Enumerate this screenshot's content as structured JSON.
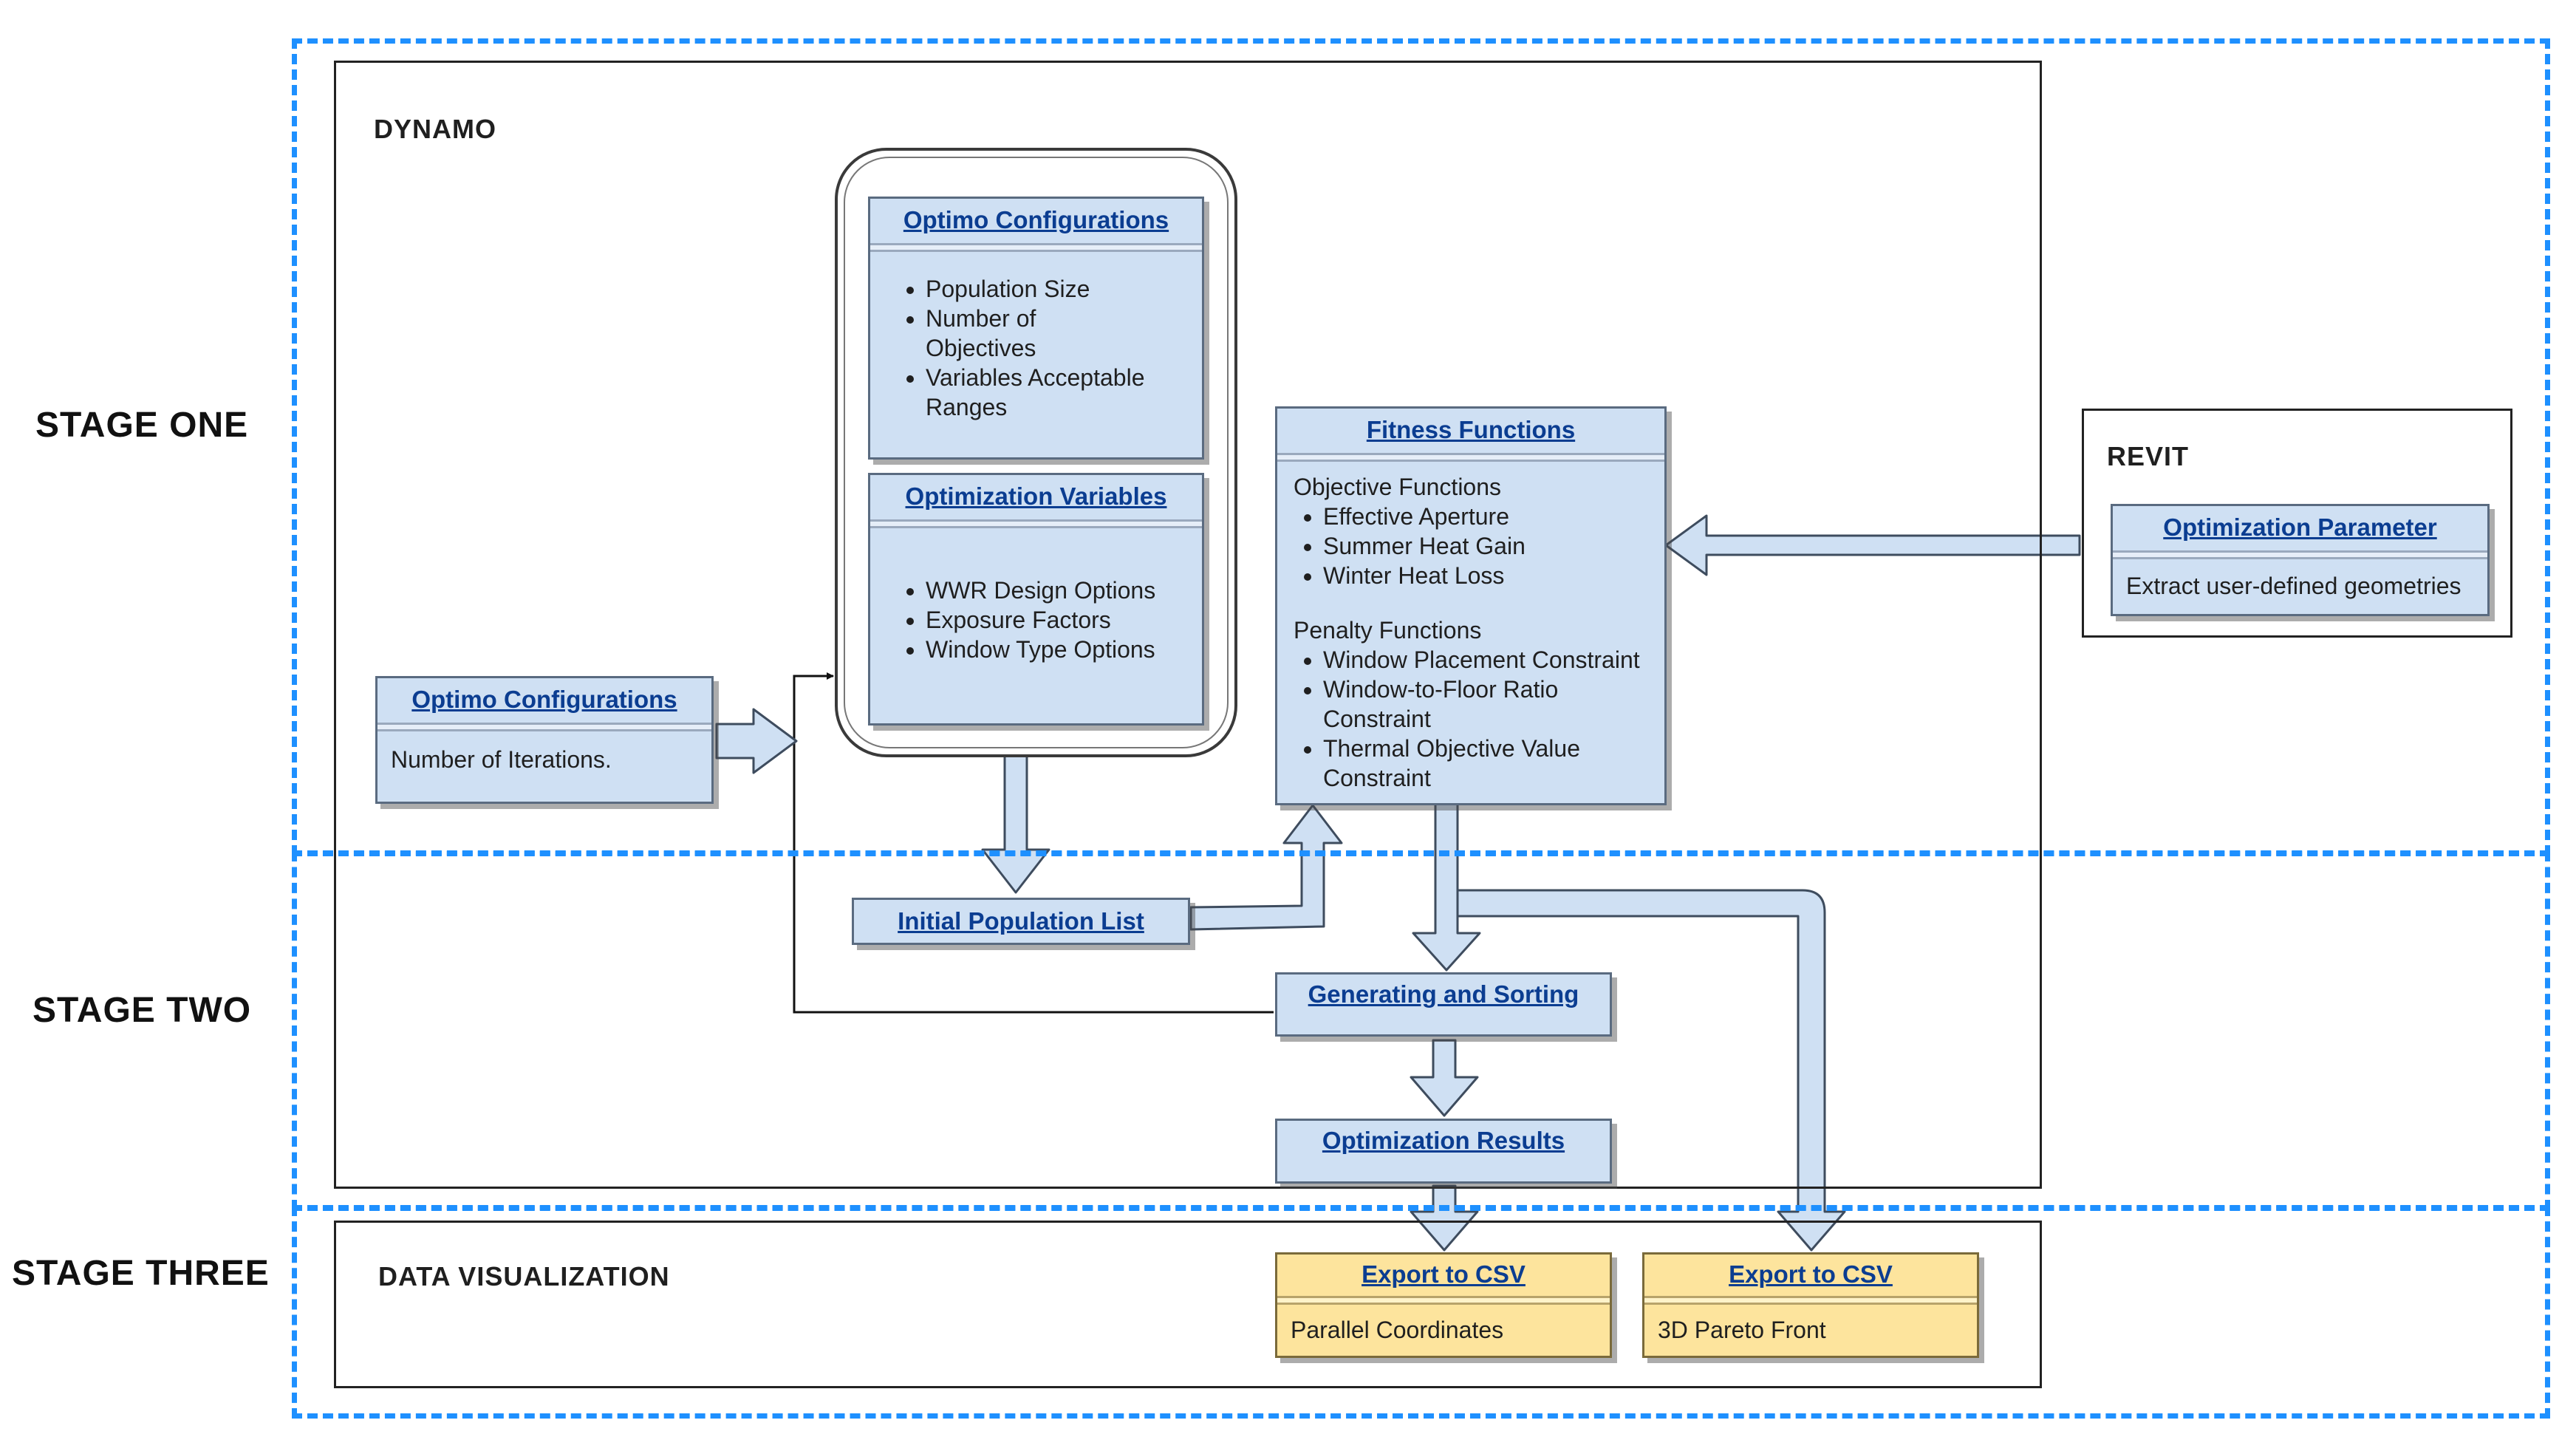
{
  "stages": {
    "one": "STAGE ONE",
    "two": "STAGE TWO",
    "three": "STAGE THREE"
  },
  "frames": {
    "dynamo": "DYNAMO",
    "revit": "REVIT",
    "data_visualization": "DATA VISUALIZATION"
  },
  "nodes": {
    "optimo_config_left": {
      "title": "Optimo Configurations",
      "body": "Number of Iterations."
    },
    "optimo_config_top": {
      "title": "Optimo Configurations",
      "items": [
        "Population Size",
        "Number of Objectives",
        "Variables Acceptable Ranges"
      ]
    },
    "optimization_variables": {
      "title": "Optimization Variables",
      "items": [
        "WWR Design Options",
        "Exposure Factors",
        "Window Type Options"
      ]
    },
    "fitness_functions": {
      "title": "Fitness Functions",
      "objective_heading": "Objective Functions",
      "objective_items": [
        "Effective Aperture",
        "Summer Heat Gain",
        "Winter Heat Loss"
      ],
      "penalty_heading": "Penalty Functions",
      "penalty_items": [
        "Window Placement Constraint",
        "Window-to-Floor Ratio Constraint",
        "Thermal Objective Value Constraint"
      ]
    },
    "optimization_parameter": {
      "title": "Optimization Parameter",
      "body": "Extract user-defined geometries"
    },
    "initial_population": {
      "title": "Initial Population List"
    },
    "generating_sorting": {
      "title": "Generating and Sorting"
    },
    "optimization_results": {
      "title": "Optimization Results"
    },
    "export_csv_1": {
      "title": "Export to CSV",
      "body": "Parallel Coordinates"
    },
    "export_csv_2": {
      "title": "Export to CSV",
      "body": "3D Pareto Front"
    }
  },
  "colors": {
    "stage_border": "#1e90ff",
    "node_fill": "#cfe0f3",
    "export_fill": "#fde49d",
    "title_text": "#0b3d91"
  }
}
